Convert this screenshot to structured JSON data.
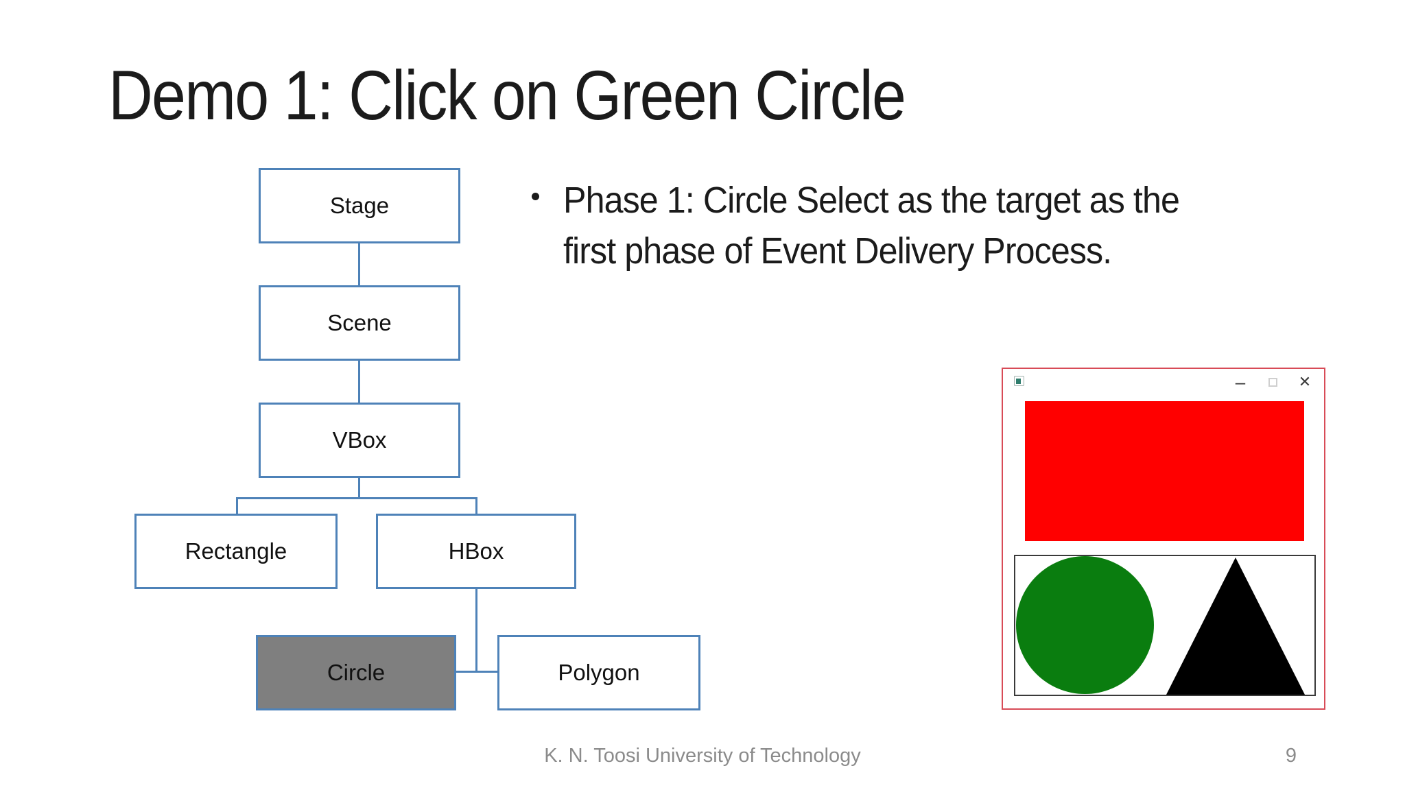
{
  "slide": {
    "title": "Demo 1: Click on Green Circle",
    "bullet": {
      "marker": "•",
      "lines": [
        "Phase 1: Circle Select as the target as the",
        "first phase of Event Delivery Process."
      ]
    },
    "footer": {
      "institution": "K. N. Toosi University of Technology",
      "page_number": "9"
    }
  },
  "tree": {
    "nodes": [
      {
        "label": "Stage",
        "highlighted": false
      },
      {
        "label": "Scene",
        "highlighted": false
      },
      {
        "label": "VBox",
        "highlighted": false
      },
      {
        "label": "Rectangle",
        "highlighted": false
      },
      {
        "label": "HBox",
        "highlighted": false
      },
      {
        "label": "Circle",
        "highlighted": true
      },
      {
        "label": "Polygon",
        "highlighted": false
      }
    ],
    "edges": [
      "Stage-Scene",
      "Scene-VBox",
      "VBox-split",
      "split-horizontal",
      "split-Rectangle",
      "split-HBox",
      "HBox-drop",
      "Circle-Polygon-link"
    ],
    "colors": {
      "outline": "#4e82b8",
      "node_fill": "#ffffff",
      "highlight_fill": "#7f7f7f"
    }
  },
  "app_window": {
    "border_color": "#d84b57",
    "titlebar": {
      "app_icon": "stage-app-icon",
      "minimize_glyph": "–",
      "maximize_icon": "outline-square",
      "close_glyph": "✕"
    },
    "shapes": {
      "rectangle_color": "#ff0000",
      "circle_color": "#0a7d0f",
      "triangle_color": "#000000",
      "group_border_color": "#3a3a3a"
    }
  }
}
